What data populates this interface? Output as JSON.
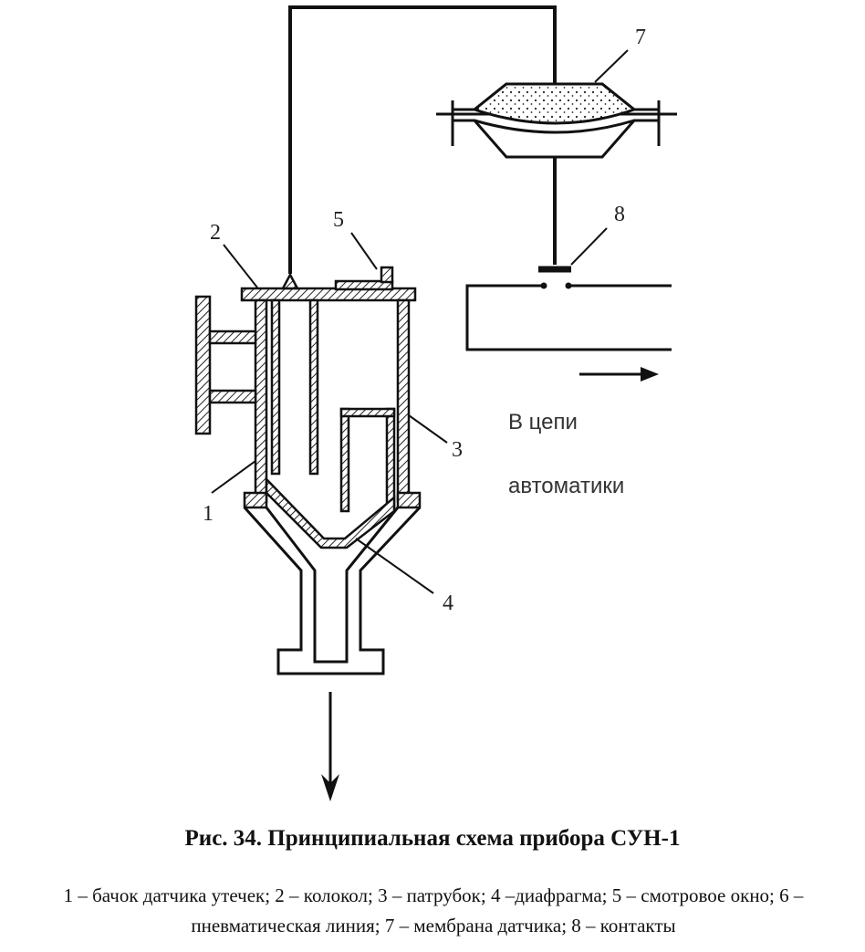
{
  "labels": {
    "l1": "1",
    "l2": "2",
    "l3": "3",
    "l4": "4",
    "l5": "5",
    "l7": "7",
    "l8": "8"
  },
  "note": {
    "line1": "В цепи",
    "line2": "автоматики"
  },
  "caption": {
    "title": "Рис. 34. Принципиальная схема прибора СУН-1",
    "legend": "1 – бачок датчика утечек; 2 – колокол; 3 – патрубок; 4 –диафрагма; 5 – смотровое окно; 6 – пневматическая линия; 7 – мембрана датчика; 8 – контакты"
  }
}
